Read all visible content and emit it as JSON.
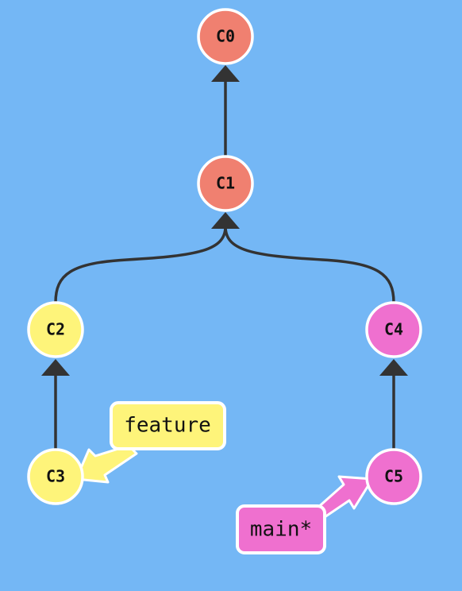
{
  "background_color": "#74b7f5",
  "edge_color": "#333333",
  "commits": [
    {
      "id": "C0",
      "label": "C0",
      "color": "#f08070"
    },
    {
      "id": "C1",
      "label": "C1",
      "color": "#f08070"
    },
    {
      "id": "C2",
      "label": "C2",
      "color": "#fef47a"
    },
    {
      "id": "C3",
      "label": "C3",
      "color": "#fef47a"
    },
    {
      "id": "C4",
      "label": "C4",
      "color": "#ef70cf"
    },
    {
      "id": "C5",
      "label": "C5",
      "color": "#ef70cf"
    }
  ],
  "edges": [
    {
      "from": "C1",
      "to": "C0"
    },
    {
      "from": "C2",
      "to": "C1"
    },
    {
      "from": "C4",
      "to": "C1"
    },
    {
      "from": "C3",
      "to": "C2"
    },
    {
      "from": "C5",
      "to": "C4"
    }
  ],
  "branches": [
    {
      "name": "feature",
      "target": "C3",
      "color": "#fef47a"
    },
    {
      "name": "main*",
      "target": "C5",
      "color": "#ef70cf"
    }
  ]
}
